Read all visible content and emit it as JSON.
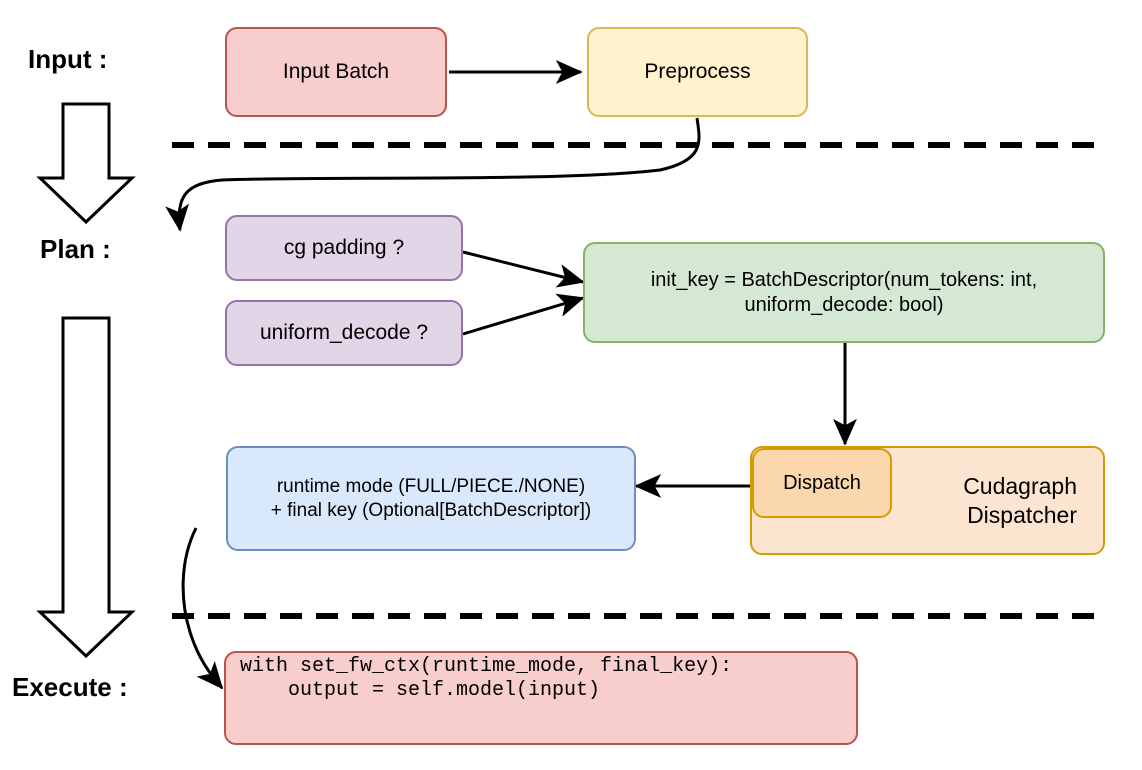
{
  "diagram": {
    "title_colors": {
      "pink_fill": "#f8cecc",
      "pink_border": "#b85450",
      "yellow_fill": "#fff2cc",
      "yellow_border": "#d6b656",
      "purple_fill": "#e1d5e7",
      "purple_border": "#9673a6",
      "green_fill": "#d5e8d4",
      "green_border": "#82b366",
      "blue_fill": "#dae8fc",
      "blue_border": "#6c8ebf",
      "orange_inner_fill": "#fad7ac",
      "orange_outer_fill": "#fce5d0",
      "orange_border": "#d79b00",
      "line_color": "#000000"
    },
    "stages": [
      {
        "id": "input",
        "label": "Input :"
      },
      {
        "id": "plan",
        "label": "Plan :"
      },
      {
        "id": "execute",
        "label": "Execute :"
      }
    ],
    "nodes": {
      "input_batch": {
        "label": "Input Batch"
      },
      "preprocess": {
        "label": "Preprocess"
      },
      "cg_padding": {
        "label": "cg padding ?"
      },
      "uniform_decode": {
        "label": "uniform_decode ?"
      },
      "init_key_line1": {
        "label": "init_key = BatchDescriptor(num_tokens: int,"
      },
      "init_key_line2": {
        "label": "uniform_decode: bool)"
      },
      "cudagraph_dispatcher_line1": {
        "label": "Cudagraph"
      },
      "cudagraph_dispatcher_line2": {
        "label": "Dispatcher"
      },
      "dispatch": {
        "label": "Dispatch"
      },
      "runtime_mode_line1": {
        "label": "runtime mode (FULL/PIECE./NONE)"
      },
      "runtime_mode_line2": {
        "label": "+ final key (Optional[BatchDescriptor])"
      },
      "execute_code_line1": {
        "label": "with set_fw_ctx(runtime_mode, final_key):"
      },
      "execute_code_line2": {
        "label": "    output = self.model(input)"
      }
    },
    "separators": [
      {
        "id": "input-plan-divider",
        "style": "dashed"
      },
      {
        "id": "plan-execute-divider",
        "style": "dashed"
      }
    ],
    "flow_arrows": [
      {
        "id": "input-batch-to-preprocess"
      },
      {
        "id": "preprocess-to-cg-padding"
      },
      {
        "id": "cg-padding-to-init-key"
      },
      {
        "id": "uniform-decode-to-init-key"
      },
      {
        "id": "init-key-to-dispatch"
      },
      {
        "id": "dispatch-to-runtime-mode"
      },
      {
        "id": "runtime-mode-to-execute-code"
      },
      {
        "id": "stage-input-to-plan"
      },
      {
        "id": "stage-plan-to-execute"
      }
    ]
  }
}
